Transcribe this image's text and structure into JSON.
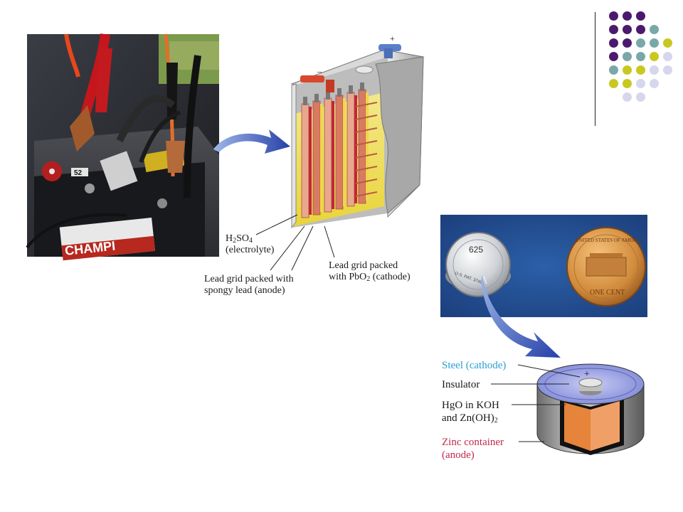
{
  "lead_acid": {
    "electrolyte": {
      "formula": "H",
      "sub1": "2",
      "mid": "SO",
      "sub2": "4",
      "role": "(electrolyte)"
    },
    "anode": {
      "line1": "Lead grid packed with",
      "line2": "spongy lead (anode)"
    },
    "cathode": {
      "line1": "Lead grid packed",
      "line2_pre": "with PbO",
      "line2_sub": "2",
      "line2_post": " (cathode)"
    },
    "plus_sign": "+",
    "minus_sign": "–"
  },
  "photo": {
    "battery_brand": "CHAMPI",
    "sticker": "52"
  },
  "button_cell": {
    "coin_label": "625",
    "coin_text": "U.S. PAT. 3749",
    "penny_top": "UNITED STATES OF AMERICA",
    "penny_bottom": "ONE CENT",
    "labels": {
      "steel": "Steel (cathode)",
      "insulator": "Insulator",
      "hgo_line1": "HgO in KOH",
      "hgo_line2_pre": "and Zn(OH)",
      "hgo_line2_sub": "2",
      "zinc_line1": "Zinc container",
      "zinc_line2": "(anode)"
    },
    "plus_sign": "+",
    "minus_sign": "–"
  },
  "colors": {
    "purple": "#4b1a6e",
    "teal": "#7aa8a8",
    "lime": "#c9c820",
    "lavender": "#d6d6ec",
    "steel_label": "#2a9fd0",
    "zinc_label": "#c0284a",
    "arrow_blue": "#3350b8"
  }
}
